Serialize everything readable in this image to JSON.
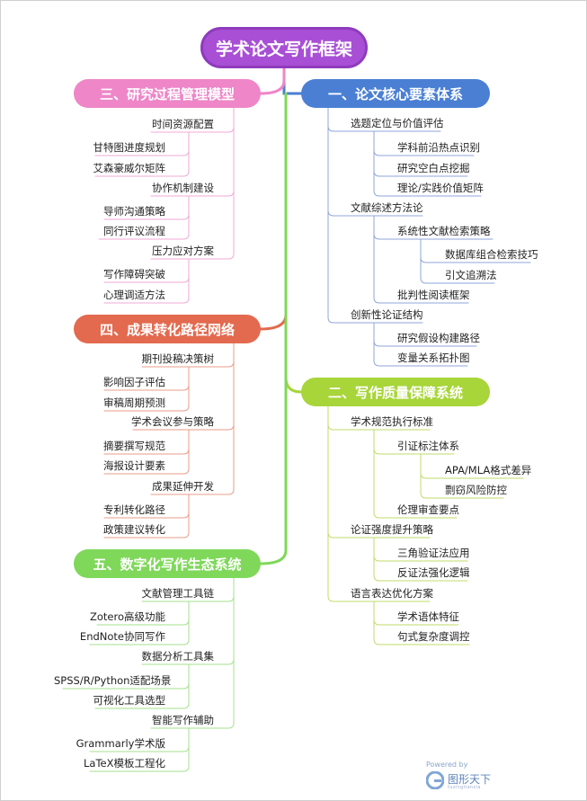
{
  "root": {
    "label": "学术论文写作框架"
  },
  "colors": {
    "root": "#a84fd6",
    "b1": "#4a7fd4",
    "b2": "#a8d53a",
    "b3": "#ee86c8",
    "b4": "#e36a4f",
    "b5": "#7fd85a",
    "line_b1": "#8fa6d8",
    "line_b2": "#c2db6a",
    "line_b3": "#f0a8d6",
    "line_b4": "#e99c88",
    "line_b5": "#a5e28e"
  },
  "branches": [
    {
      "label": "一、论文核心要素体系",
      "children": [
        {
          "label": "选题定位与价值评估",
          "children": [
            {
              "label": "学科前沿热点识别"
            },
            {
              "label": "研究空白点挖掘"
            },
            {
              "label": "理论/实践价值矩阵"
            }
          ]
        },
        {
          "label": "文献综述方法论",
          "children": [
            {
              "label": "系统性文献检索策略",
              "children": [
                {
                  "label": "数据库组合检索技巧"
                },
                {
                  "label": "引文追溯法"
                }
              ]
            },
            {
              "label": "批判性阅读框架"
            }
          ]
        },
        {
          "label": "创新性论证结构",
          "children": [
            {
              "label": "研究假设构建路径"
            },
            {
              "label": "变量关系拓扑图"
            }
          ]
        }
      ]
    },
    {
      "label": "二、写作质量保障系统",
      "children": [
        {
          "label": "学术规范执行标准",
          "children": [
            {
              "label": "引证标注体系",
              "children": [
                {
                  "label": "APA/MLA格式差异"
                },
                {
                  "label": "剽窃风险防控"
                }
              ]
            },
            {
              "label": "伦理审查要点"
            }
          ]
        },
        {
          "label": "论证强度提升策略",
          "children": [
            {
              "label": "三角验证法应用"
            },
            {
              "label": "反证法强化逻辑"
            }
          ]
        },
        {
          "label": "语言表达优化方案",
          "children": [
            {
              "label": "学术语体特征"
            },
            {
              "label": "句式复杂度调控"
            }
          ]
        }
      ]
    },
    {
      "label": "三、研究过程管理模型",
      "children": [
        {
          "label": "时间资源配置",
          "children": [
            {
              "label": "甘特图进度规划"
            },
            {
              "label": "艾森豪威尔矩阵"
            }
          ]
        },
        {
          "label": "协作机制建设",
          "children": [
            {
              "label": "导师沟通策略"
            },
            {
              "label": "同行评议流程"
            }
          ]
        },
        {
          "label": "压力应对方案",
          "children": [
            {
              "label": "写作障碍突破"
            },
            {
              "label": "心理调适方法"
            }
          ]
        }
      ]
    },
    {
      "label": "四、成果转化路径网络",
      "children": [
        {
          "label": "期刊投稿决策树",
          "children": [
            {
              "label": "影响因子评估"
            },
            {
              "label": "审稿周期预测"
            }
          ]
        },
        {
          "label": "学术会议参与策略",
          "children": [
            {
              "label": "摘要撰写规范"
            },
            {
              "label": "海报设计要素"
            }
          ]
        },
        {
          "label": "成果延伸开发",
          "children": [
            {
              "label": "专利转化路径"
            },
            {
              "label": "政策建议转化"
            }
          ]
        }
      ]
    },
    {
      "label": "五、数字化写作生态系统",
      "children": [
        {
          "label": "文献管理工具链",
          "children": [
            {
              "label": "Zotero高级功能"
            },
            {
              "label": "EndNote协同写作"
            }
          ]
        },
        {
          "label": "数据分析工具集",
          "children": [
            {
              "label": "SPSS/R/Python适配场景"
            },
            {
              "label": "可视化工具选型"
            }
          ]
        },
        {
          "label": "智能写作辅助",
          "children": [
            {
              "label": "Grammarly学术版"
            },
            {
              "label": "LaTeX模板工程化"
            }
          ]
        }
      ]
    }
  ],
  "brand": {
    "powered": "Powered by",
    "name": "图形天下",
    "sub": "tuxingtianxia"
  }
}
